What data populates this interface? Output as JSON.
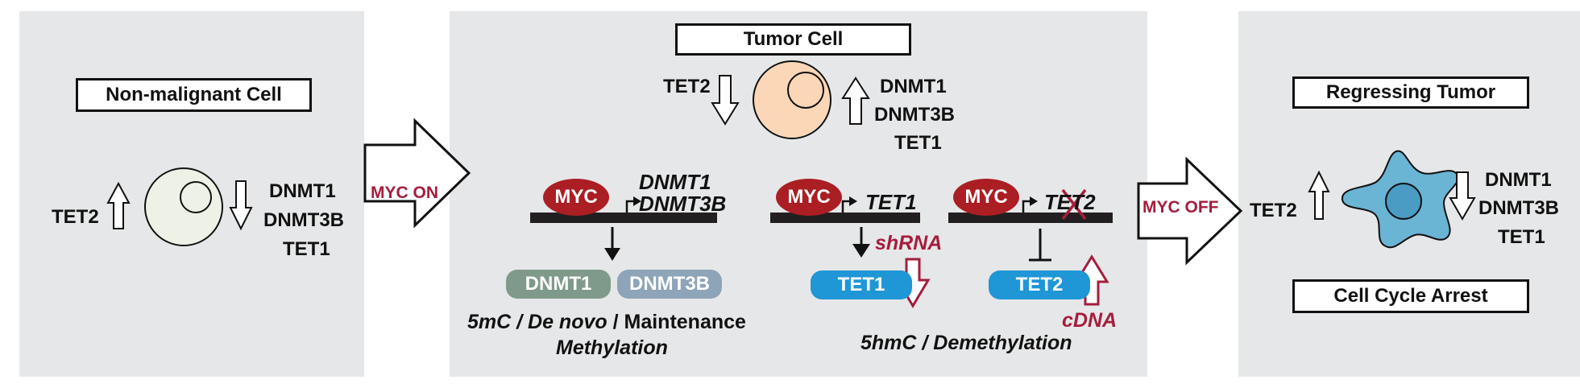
{
  "panels": {
    "left": {
      "title": "Non-malignant Cell",
      "up_gene": "TET2",
      "down_genes": [
        "DNMT1",
        "DNMT3B",
        "TET1"
      ]
    },
    "middle": {
      "title": "Tumor Cell",
      "down_gene": "TET2",
      "up_genes": [
        "DNMT1",
        "DNMT3B",
        "TET1"
      ],
      "myc_label": "MYC",
      "pathway1": {
        "targets": [
          "DNMT1",
          "DNMT3B"
        ],
        "proteins": [
          "DNMT1",
          "DNMT3B"
        ],
        "caption_line1_parts": [
          "5mC / ",
          "De novo",
          " / Maintenance"
        ],
        "caption_line2": "Methylation"
      },
      "pathway2": {
        "target": "TET1",
        "knockdown": "shRNA",
        "protein": "TET1"
      },
      "pathway3": {
        "target": "TET2",
        "rescue": "cDNA",
        "protein": "TET2"
      },
      "caption_right": "5hmC / Demethylation"
    },
    "right": {
      "title": "Regressing Tumor",
      "up_gene": "TET2",
      "down_genes": [
        "DNMT1",
        "DNMT3B",
        "TET1"
      ],
      "footer": "Cell Cycle Arrest"
    }
  },
  "transitions": {
    "on": "MYC ON",
    "off": "MYC OFF"
  },
  "colors": {
    "panel_bg": "#e6e7e8",
    "myc_red": "#ab1e23",
    "label_red": "#a51d3c",
    "dnmt1_pill": "#7f9a8a",
    "dnmt3b_pill": "#8ea4b8",
    "tet_pill": "#1f96d6",
    "tumor_cell_fill": "#fbd7b8",
    "normal_cell_fill": "#eef1e6",
    "regressing_cell_fill": "#6ab4d4"
  }
}
